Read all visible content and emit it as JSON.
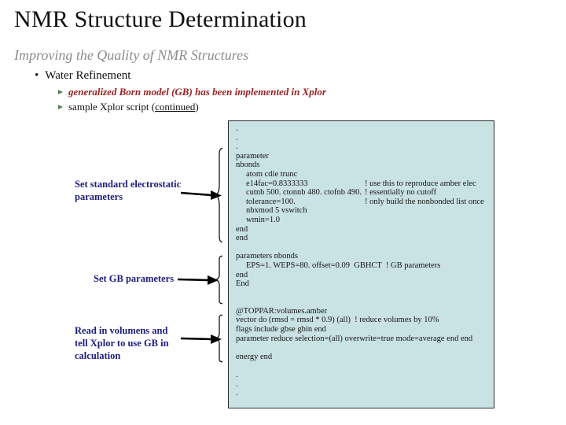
{
  "slide": {
    "title": "NMR Structure Determination",
    "subtitle": "Improving the Quality of NMR Structures",
    "bullet_dot": "•",
    "bullet": "Water Refinement",
    "sub_bullet1": "generalized Born model (GB) has been implemented in Xplor",
    "sub_bullet2": {
      "before": "sample Xplor script (",
      "link": "continued",
      "after": ")"
    }
  },
  "annotations": {
    "labels": [
      {
        "text": "Set standard electrostatic\nparameters"
      },
      {
        "text": "Set GB parameters"
      },
      {
        "text": "Read in volumens and\ntell Xplor to use GB in\ncalculation"
      }
    ]
  },
  "code_box": {
    "lines": [
      {
        "text": "."
      },
      {
        "text": "."
      },
      {
        "text": "."
      },
      {
        "text": "parameter"
      },
      {
        "text": "nbonds"
      },
      {
        "text": "atom cdie trunc",
        "indent": true
      },
      {
        "text": "e14fac=0.8333333",
        "indent": true,
        "comment": "! use this to reproduce amber elec"
      },
      {
        "text": "cutnb 500. ctonnb 480. ctofnb 490.",
        "indent": true,
        "comment": "! essentially no cutoff"
      },
      {
        "text": "tolerance=100.",
        "indent": true,
        "comment": "! only build the nonbonded list once"
      },
      {
        "text": "nbxmod 5 vswitch",
        "indent": true
      },
      {
        "text": "wmin=1.0",
        "indent": true
      },
      {
        "text": "end"
      },
      {
        "text": "end"
      },
      {
        "text": ""
      },
      {
        "text": "parameters nbonds"
      },
      {
        "text": "EPS=1. WEPS=80. offset=0.09  GBHCT  ! GB parameters",
        "indent": true
      },
      {
        "text": "end"
      },
      {
        "text": "End"
      },
      {
        "text": ""
      },
      {
        "text": ""
      },
      {
        "text": "@TOPPAR:volumes.amber"
      },
      {
        "text": "vector do (rmsd = rmsd * 0.9) (all)  ! reduce volumes by 10%"
      },
      {
        "text": "flags include gbse gbin end"
      },
      {
        "text": "parameter reduce selection=(all) overwrite=true mode=average end end"
      },
      {
        "text": ""
      },
      {
        "text": "energy end"
      },
      {
        "text": ""
      },
      {
        "text": "."
      },
      {
        "text": "."
      },
      {
        "text": "."
      }
    ]
  },
  "colors": {
    "text_black": "#111111",
    "subtitle_gray": "#8c8c8c",
    "emphasis_red": "#9b2222",
    "label_navy": "#1d1d7e",
    "code_box_bg": "#c9e2e4",
    "code_box_border": "#2a2a2a",
    "bullet_green": "#5a7f5e",
    "arrow_black": "#000000"
  }
}
